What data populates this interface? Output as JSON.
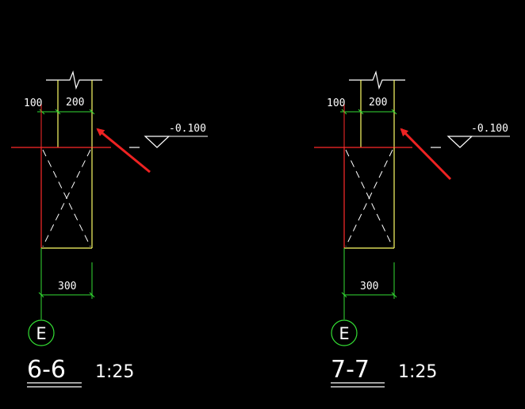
{
  "colors": {
    "background": "#000000",
    "white": "#ffffff",
    "yellow": "#ffff66",
    "red": "#ff2a2a",
    "green": "#33dd33",
    "arrow": "#ee2222"
  },
  "sections": [
    {
      "title": "6-6",
      "scale": "1:25",
      "axis": "E",
      "dim_left": "100",
      "dim_top": "200",
      "dim_bottom": "300",
      "elevation": "-0.100"
    },
    {
      "title": "7-7",
      "scale": "1:25",
      "axis": "E",
      "dim_left": "100",
      "dim_top": "200",
      "dim_bottom": "300",
      "elevation": "-0.100"
    }
  ]
}
